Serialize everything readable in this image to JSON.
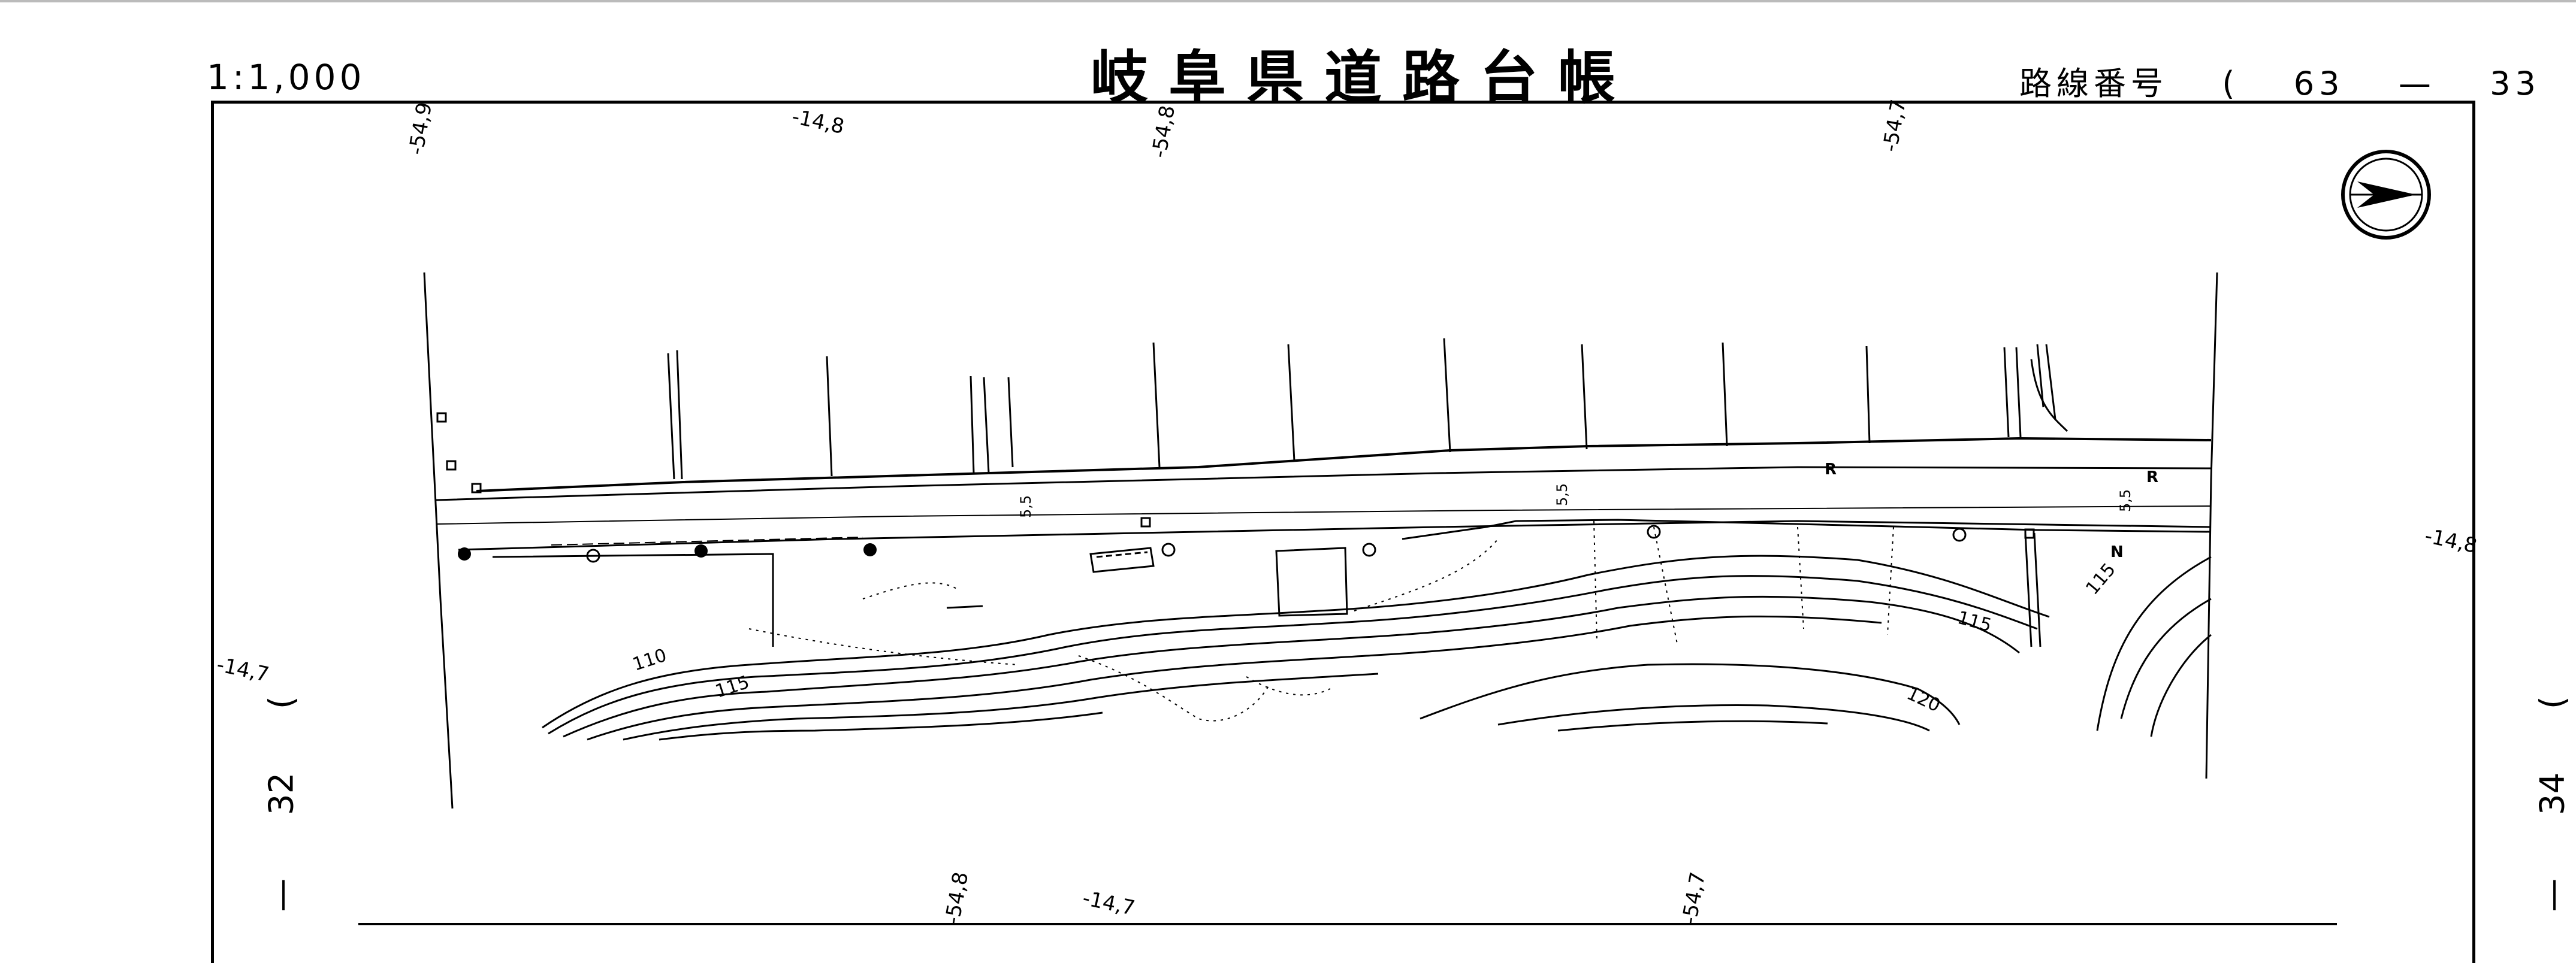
{
  "header": {
    "title": "岐阜県道路台帳",
    "scale": "1:1,000",
    "route_label": "路線番号",
    "route_open": "(",
    "route_a": "63",
    "route_dash": "—",
    "route_b": "33",
    "route_close": ")"
  },
  "sheets": {
    "left": {
      "open": "(",
      "number": "32",
      "dash": "—"
    },
    "right": {
      "open": "(",
      "number": "34",
      "dash": "—"
    }
  },
  "grid_labels": {
    "top_1": "-54,9",
    "top_2": "-14,8",
    "top_3": "-54,8",
    "top_4": "-54,7",
    "right_mid": "-14,8",
    "left_mid": "-14,7",
    "bottom_1": "-54,8",
    "bottom_2": "-14,7",
    "bottom_3": "-54,7"
  },
  "map_labels": {
    "road_width_1": "5,5",
    "road_width_2": "5,5",
    "road_width_3": "5,5",
    "contour_110": "110",
    "contour_115_a": "115",
    "contour_115_b": "115",
    "contour_115_c": "115",
    "contour_120": "120",
    "marker_r1": "R",
    "marker_r2": "R",
    "marker_n": "N"
  },
  "icons": {
    "north_arrow": "north-arrow-icon"
  }
}
